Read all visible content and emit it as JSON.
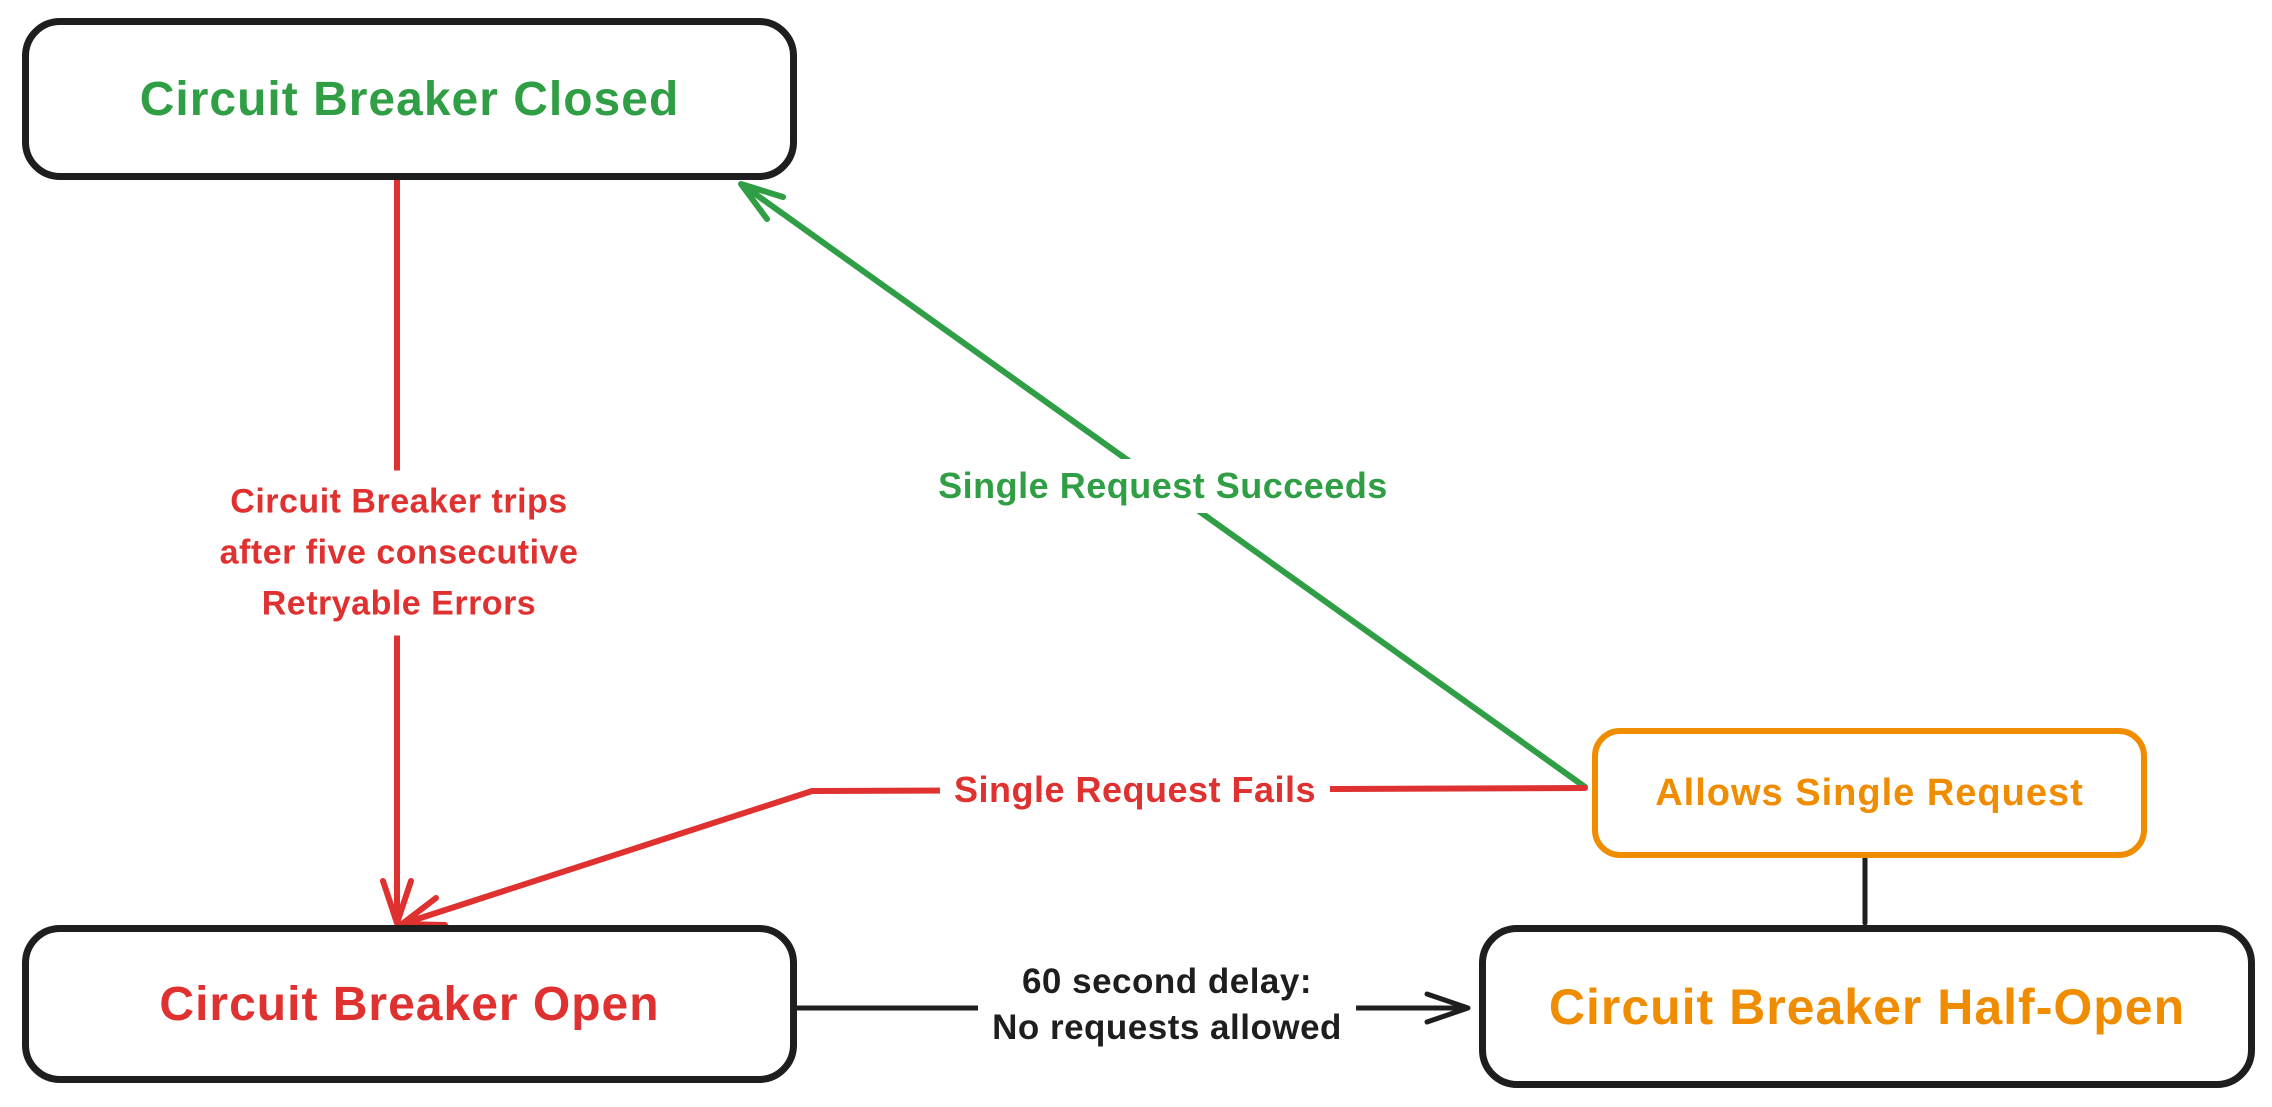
{
  "colors": {
    "black": "#1e1e1e",
    "red": "#e03131",
    "green": "#2f9e44",
    "orange": "#f08c00",
    "background": "#ffffff"
  },
  "nodes": {
    "closed": {
      "label": "Circuit Breaker Closed",
      "text_color": "#2f9e44",
      "border_color": "#1e1e1e"
    },
    "open": {
      "label": "Circuit Breaker Open",
      "text_color": "#e03131",
      "border_color": "#1e1e1e"
    },
    "half_open": {
      "label": "Circuit Breaker Half-Open",
      "text_color": "#f08c00",
      "border_color": "#1e1e1e"
    },
    "allows": {
      "label": "Allows Single Request",
      "text_color": "#f08c00",
      "border_color": "#f08c00"
    }
  },
  "edges": {
    "trips": {
      "from": "closed",
      "to": "open",
      "color": "#e03131",
      "lines": [
        "Circuit Breaker trips",
        "after five consecutive",
        "Retryable Errors"
      ]
    },
    "succeeds": {
      "from": "allows",
      "to": "closed",
      "color": "#2f9e44",
      "label": "Single Request Succeeds"
    },
    "fails": {
      "from": "allows",
      "to": "open",
      "color": "#e03131",
      "label": "Single Request Fails"
    },
    "delay": {
      "from": "open",
      "to": "half_open",
      "color": "#1e1e1e",
      "lines": [
        "60 second delay:",
        "No requests allowed"
      ]
    },
    "connector": {
      "from": "allows",
      "to": "half_open",
      "color": "#1e1e1e",
      "label": ""
    }
  }
}
